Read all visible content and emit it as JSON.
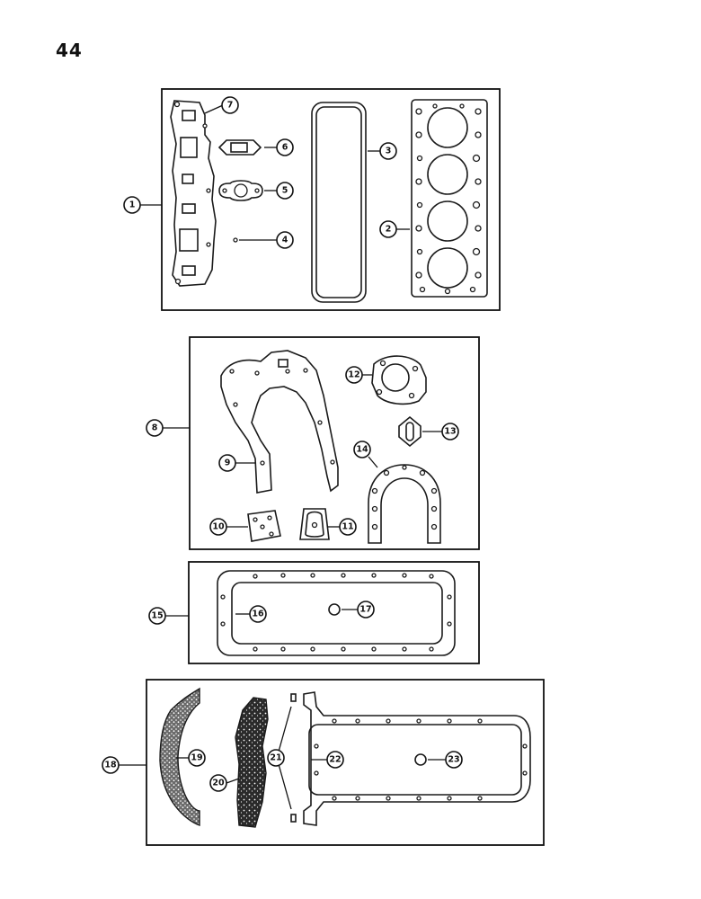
{
  "page_number": "44",
  "colors": {
    "ink": "#111111",
    "paper": "#ffffff"
  },
  "callouts": [
    {
      "id": "c1",
      "label": "1"
    },
    {
      "id": "c2",
      "label": "2"
    },
    {
      "id": "c3",
      "label": "3"
    },
    {
      "id": "c4",
      "label": "4"
    },
    {
      "id": "c5",
      "label": "5"
    },
    {
      "id": "c6",
      "label": "6"
    },
    {
      "id": "c7",
      "label": "7"
    },
    {
      "id": "c8",
      "label": "8"
    },
    {
      "id": "c9",
      "label": "9"
    },
    {
      "id": "c10",
      "label": "10"
    },
    {
      "id": "c11",
      "label": "11"
    },
    {
      "id": "c12",
      "label": "12"
    },
    {
      "id": "c13",
      "label": "13"
    },
    {
      "id": "c14",
      "label": "14"
    },
    {
      "id": "c15",
      "label": "15"
    },
    {
      "id": "c16",
      "label": "16"
    },
    {
      "id": "c17",
      "label": "17"
    },
    {
      "id": "c18",
      "label": "18"
    },
    {
      "id": "c19",
      "label": "19"
    },
    {
      "id": "c20",
      "label": "20"
    },
    {
      "id": "c21",
      "label": "21"
    },
    {
      "id": "c22",
      "label": "22"
    },
    {
      "id": "c23",
      "label": "23"
    }
  ]
}
